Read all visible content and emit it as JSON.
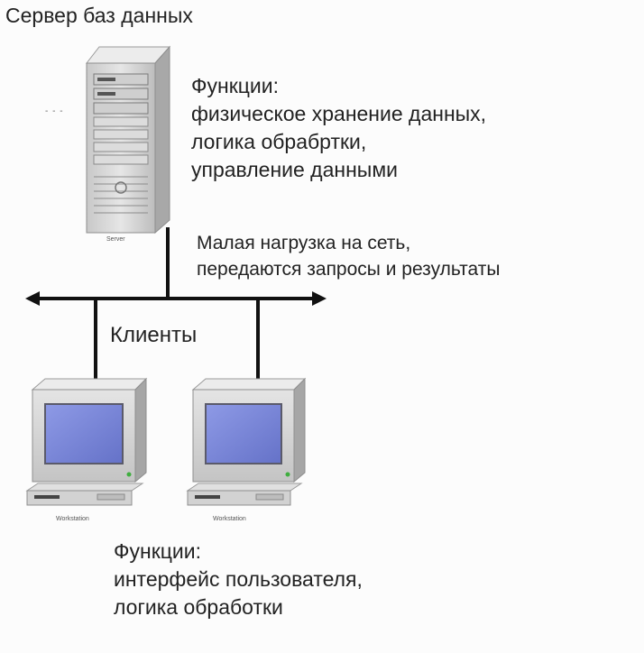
{
  "title": "Сервер баз данных",
  "server": {
    "functions_heading": "Функции:",
    "functions": [
      "физическое хранение данных,",
      "логика обрабртки,",
      "управление данными"
    ],
    "caption": "Server",
    "side_marks": "- - -"
  },
  "network": {
    "note_lines": [
      "Малая нагрузка на сеть,",
      "передаются запросы и результаты"
    ]
  },
  "clients": {
    "label": "Клиенты",
    "workstations": [
      {
        "caption": "Workstation"
      },
      {
        "caption": "Workstation"
      }
    ],
    "functions_heading": "Функции:",
    "functions": [
      "интерфейс пользователя,",
      "логика обработки"
    ]
  },
  "colors": {
    "device_body": "#d9d9d9",
    "device_shadow": "#9a9a9a",
    "screen": "#7a86d8",
    "line": "#111111",
    "power_led": "#3fae3f"
  }
}
